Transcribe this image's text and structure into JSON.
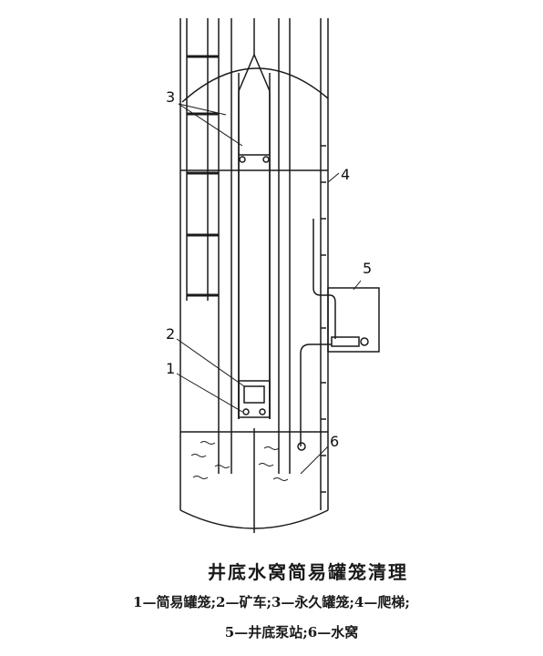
{
  "figure": {
    "labels": {
      "l1": "1",
      "l2": "2",
      "l3": "3",
      "l4": "4",
      "l5": "5",
      "l6": "6"
    }
  },
  "caption": {
    "title": "井底水窝简易罐笼清理",
    "legend_line1": "1—简易罐笼;2—矿车;3—永久罐笼;4—爬梯;",
    "legend_line2": "5—井底泵站;6—水窝"
  }
}
